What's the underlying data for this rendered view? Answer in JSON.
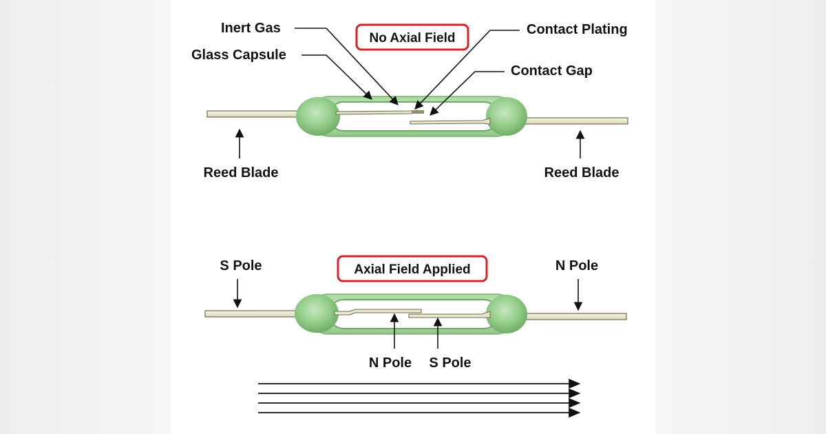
{
  "top": {
    "state": "No Axial Field",
    "inert_gas": "Inert Gas",
    "glass_capsule": "Glass Capsule",
    "contact_plating": "Contact Plating",
    "contact_gap": "Contact Gap",
    "reed_blade_left": "Reed Blade",
    "reed_blade_right": "Reed Blade"
  },
  "bottom": {
    "state": "Axial Field Applied",
    "s_pole_left": "S Pole",
    "n_pole_right": "N Pole",
    "n_pole_center": "N Pole",
    "s_pole_center": "S Pole"
  },
  "colors": {
    "state_box_border": "#d92027",
    "glass_green": "#8fcc86",
    "lead_fill": "#efeed8"
  },
  "field_lines_count": 4
}
